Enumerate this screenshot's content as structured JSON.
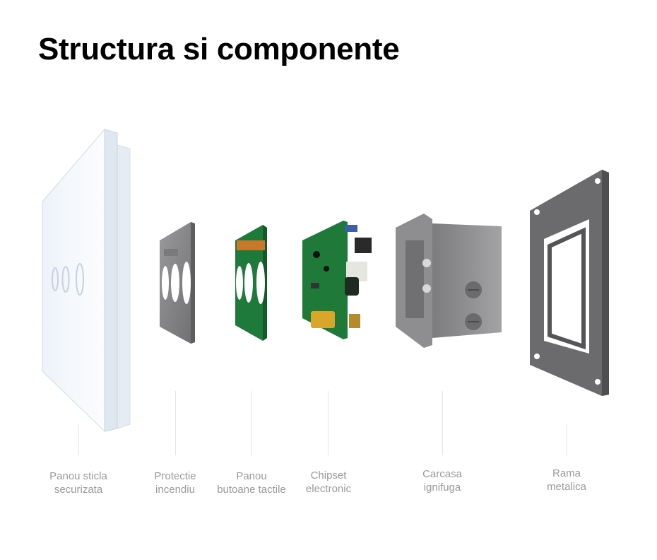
{
  "title": "Structura si componente",
  "colors": {
    "glass": "#f4f8fc",
    "frame_gray": "#8a8a8c",
    "pcb_green": "#1f7a3a",
    "label_gray": "#9a9a9a"
  },
  "components": [
    {
      "id": "glass-panel",
      "line1": "Panou sticla",
      "line2": "securizata"
    },
    {
      "id": "fire-protection",
      "line1": "Protectie",
      "line2": "incendiu"
    },
    {
      "id": "touch-panel",
      "line1": "Panou",
      "line2": "butoane tactile"
    },
    {
      "id": "chipset",
      "line1": "Chipset",
      "line2": "electronic"
    },
    {
      "id": "housing",
      "line1": "Carcasa",
      "line2": "ignifuga"
    },
    {
      "id": "frame",
      "line1": "Rama",
      "line2": "metalica"
    }
  ]
}
